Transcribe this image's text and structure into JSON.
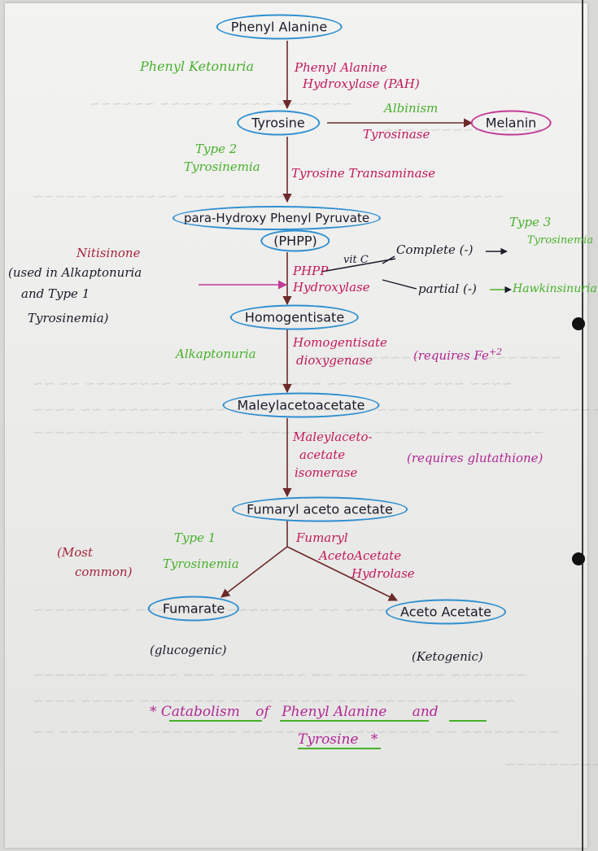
{
  "nodes": {
    "phenylalanine": "Phenyl Alanine",
    "tyrosine": "Tyrosine",
    "melanin": "Melanin",
    "phpp": "para-Hydroxy Phenyl Pyruvate",
    "phpp_abbr": "(PHPP)",
    "homogentisate": "Homogentisate",
    "maleylacetoacetate": "Maleylacetoacetate",
    "fumarylacetoacetate": "Fumaryl aceto acetate",
    "fumarate": "Fumarate",
    "acetoacetate": "Aceto Acetate"
  },
  "enzymes": {
    "pah_1": "Phenyl Alanine",
    "pah_2": "Hydroxylase (PAH)",
    "tyrosinase": "Tyrosinase",
    "transaminase": "Tyrosine Transaminase",
    "phpp_hydroxylase_1": "PHPP",
    "phpp_hydroxylase_2": "Hydroxylase",
    "hgd_1": "Homogentisate",
    "hgd_2": "dioxygenase",
    "isomerase_1": "Maleylaceto-",
    "isomerase_2": "acetate",
    "isomerase_3": "isomerase",
    "fah_1": "Fumaryl",
    "fah_2": "AcetoAcetate",
    "fah_3": "Hydrolase"
  },
  "disorders": {
    "pku": "Phenyl Ketonuria",
    "albinism": "Albinism",
    "type2_1": "Type 2",
    "type2_2": "Tyrosinemia",
    "type3_1": "Type 3",
    "type3_2": "Tyrosinemia",
    "hawkinsinuria": "Hawkinsinuria",
    "alkaptonuria": "Alkaptonuria",
    "type1_1": "Type 1",
    "type1_2": "Tyrosinemia"
  },
  "notes": {
    "nitisinone_1": "Nitisinone",
    "nitisinone_2": "(used in Alkaptonuria",
    "nitisinone_3": "and Type 1",
    "nitisinone_4": "Tyrosinemia)",
    "vitc": "vit C",
    "complete": "Complete (-)",
    "partial": "partial (-)",
    "requires_fe": "(requires Fe",
    "fe_charge": "+2",
    "requires_glutathione": "(requires glutathione)",
    "most_common_1": "(Most",
    "most_common_2": "common)",
    "glucogenic": "(glucogenic)",
    "ketogenic": "(Ketogenic)"
  },
  "title": {
    "star1": "*",
    "catabolism": "Catabolism",
    "of": "of",
    "phenylalanine": "Phenyl Alanine",
    "and": "and",
    "tyrosine": "Tyrosine",
    "star2": "*"
  },
  "colors": {
    "node_border": "#2f8fd0",
    "melanin_border": "#c23a97",
    "arrow": "#6b2a2a",
    "disorder_green": "#48b02c",
    "enzyme_red": "#c2185b",
    "note_magenta": "#b02894"
  }
}
